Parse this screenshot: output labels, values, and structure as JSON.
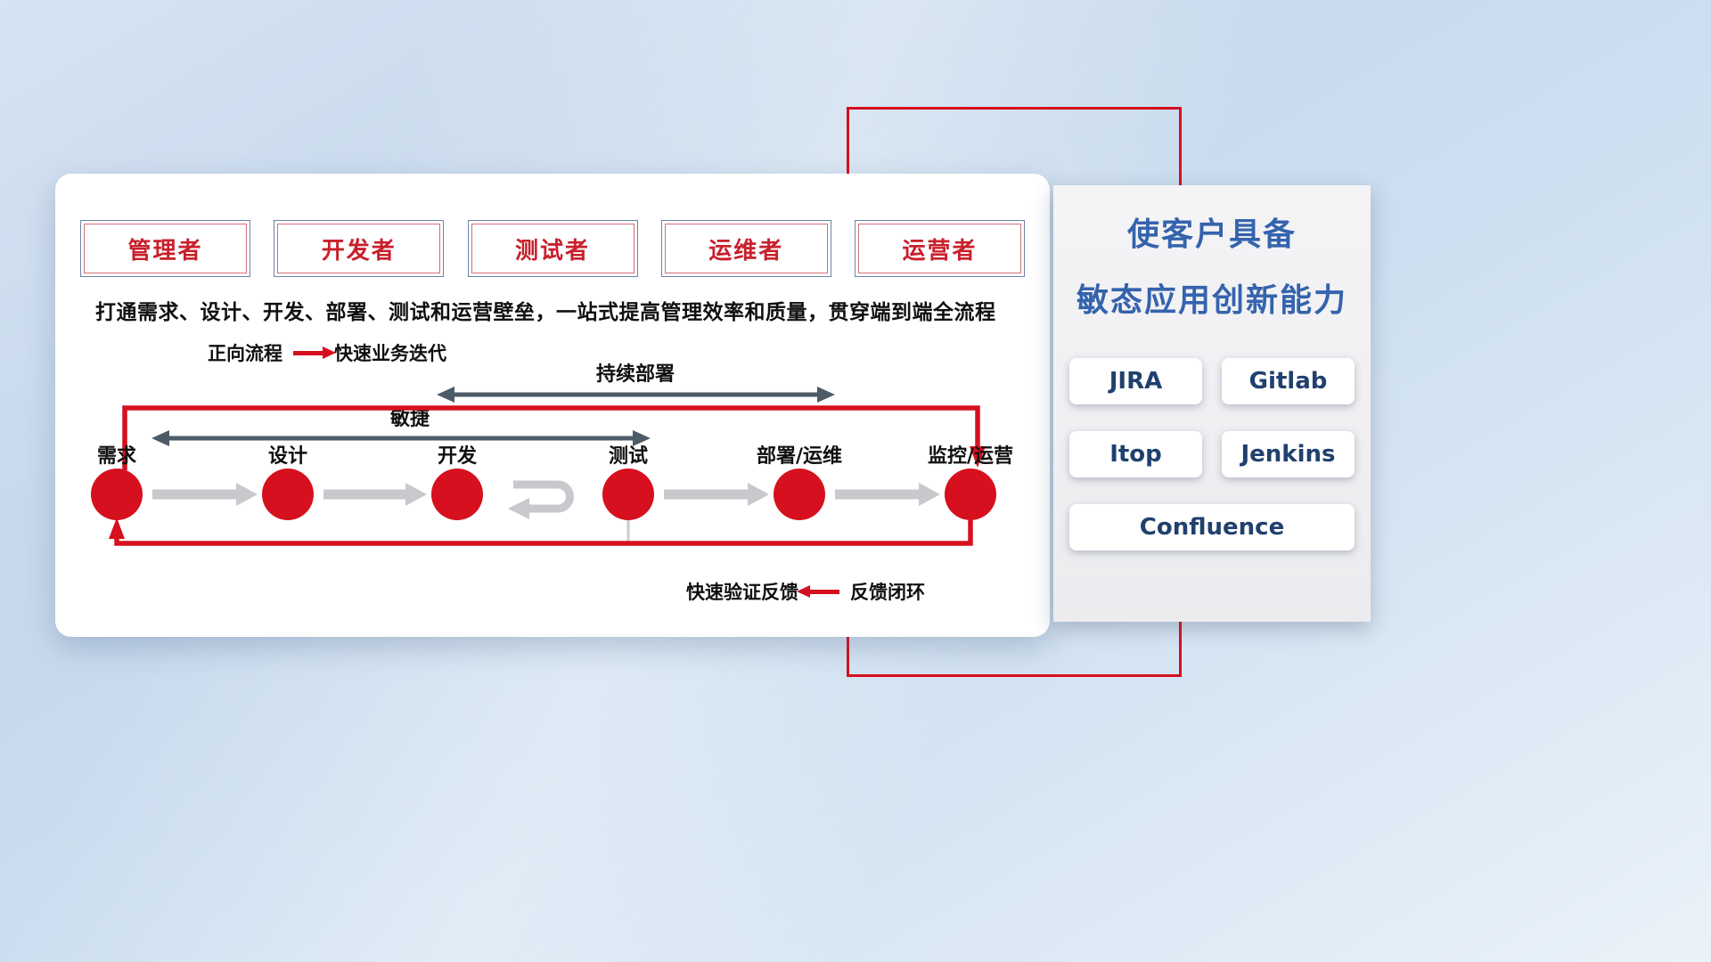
{
  "colors": {
    "accent_red": "#d6101e",
    "dark_arrow": "#4d5a68",
    "flow_arrow_gray": "#c7c9cc",
    "title_blue": "#3563ad",
    "tool_text_navy": "#20406e"
  },
  "main_card": {
    "roles": [
      "管理者",
      "开发者",
      "测试者",
      "运维者",
      "运营者"
    ],
    "description": "打通需求、设计、开发、部署、测试和运营壁垒，一站式提高管理效率和质量，贯穿端到端全流程",
    "forward_legend": {
      "label": "正向流程",
      "value": "快速业务迭代"
    },
    "deploy_arrow_label": "持续部署",
    "agile_arrow_label": "敏捷",
    "flow_nodes": [
      "需求",
      "设计",
      "开发",
      "测试",
      "部署/运维",
      "监控/运营"
    ],
    "feedback_legend": {
      "label": "快速验证反馈",
      "value": "反馈闭环"
    }
  },
  "right_panel": {
    "title_line1": "使客户具备",
    "title_line2": "敏态应用创新能力",
    "tools": [
      "JIRA",
      "Gitlab",
      "Itop",
      "Jenkins",
      "Confluence"
    ]
  }
}
